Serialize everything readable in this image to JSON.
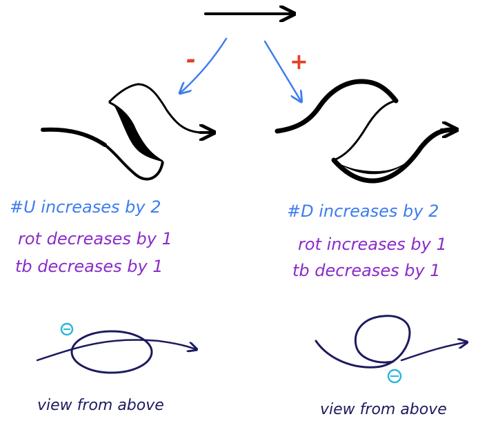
{
  "signs": {
    "minus": "-",
    "plus": "+"
  },
  "left": {
    "line1": "#U  increases by 2",
    "line2": "rot  decreases by 1",
    "line3": "tb  decreases by 1",
    "marker": "⊖",
    "caption": "view from above"
  },
  "right": {
    "line1": "#D  increases by 2",
    "line2": "rot  increases by 1",
    "line3": "tb  decreases by 1",
    "marker": "⊖",
    "caption": "view from above"
  },
  "colors": {
    "ink": "#000000",
    "arrow_blue": "#3d7cf0",
    "sign_red": "#e2412a",
    "text_blue": "#3d7cf0",
    "text_purple": "#8a2bc9",
    "navy": "#1c1a5e",
    "cyan": "#2bb7d8"
  }
}
